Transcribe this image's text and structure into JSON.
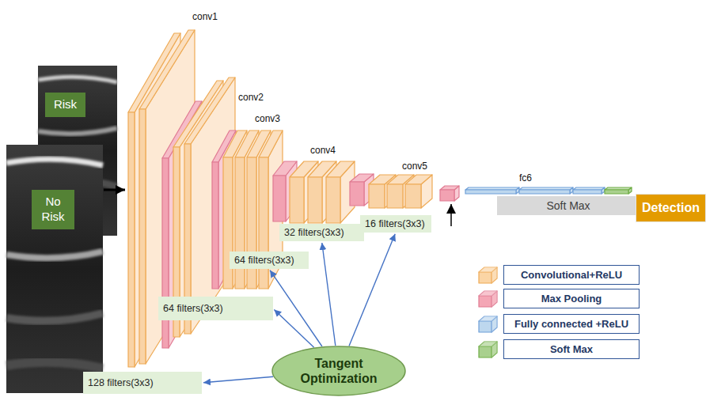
{
  "diagram": {
    "nodes": [
      {
        "text": [
          "Risk"
        ]
      },
      {
        "text": [
          "No Risk"
        ]
      },
      {
        "text": [
          "128 filters(3x3)"
        ]
      },
      {
        "text": [
          "64 filters(3x3)"
        ]
      },
      {
        "text": [
          "64 filters(3x3)"
        ]
      },
      {
        "text": [
          "32 filters(3x3)"
        ]
      },
      {
        "text": [
          "16 filters(3x3)"
        ]
      },
      {
        "text": [
          "Soft Max"
        ]
      },
      {
        "text": [
          "Detection"
        ]
      },
      {
        "text": [
          "Tangent Optimization"
        ]
      }
    ],
    "edges": [
      {
        "from": 9,
        "to": 2,
        "arrow": "to"
      },
      {
        "from": 9,
        "to": 3,
        "arrow": "to"
      },
      {
        "from": 9,
        "to": 4,
        "arrow": "to"
      },
      {
        "from": 9,
        "to": 5,
        "arrow": "to"
      },
      {
        "from": 9,
        "to": 6,
        "arrow": "to"
      }
    ],
    "labels": [
      "conv1",
      "conv2",
      "conv3",
      "conv4",
      "conv5",
      "fc6"
    ],
    "legend": [
      {
        "text": "Convolutional+ReLU",
        "color": "#fbd5a5"
      },
      {
        "text": "Max Pooling",
        "color": "#f4a6b5"
      },
      {
        "text": "Fully connected +ReLU",
        "color": "#bdd7ee"
      },
      {
        "text": "Soft Max",
        "color": "#a9d08e"
      }
    ]
  }
}
